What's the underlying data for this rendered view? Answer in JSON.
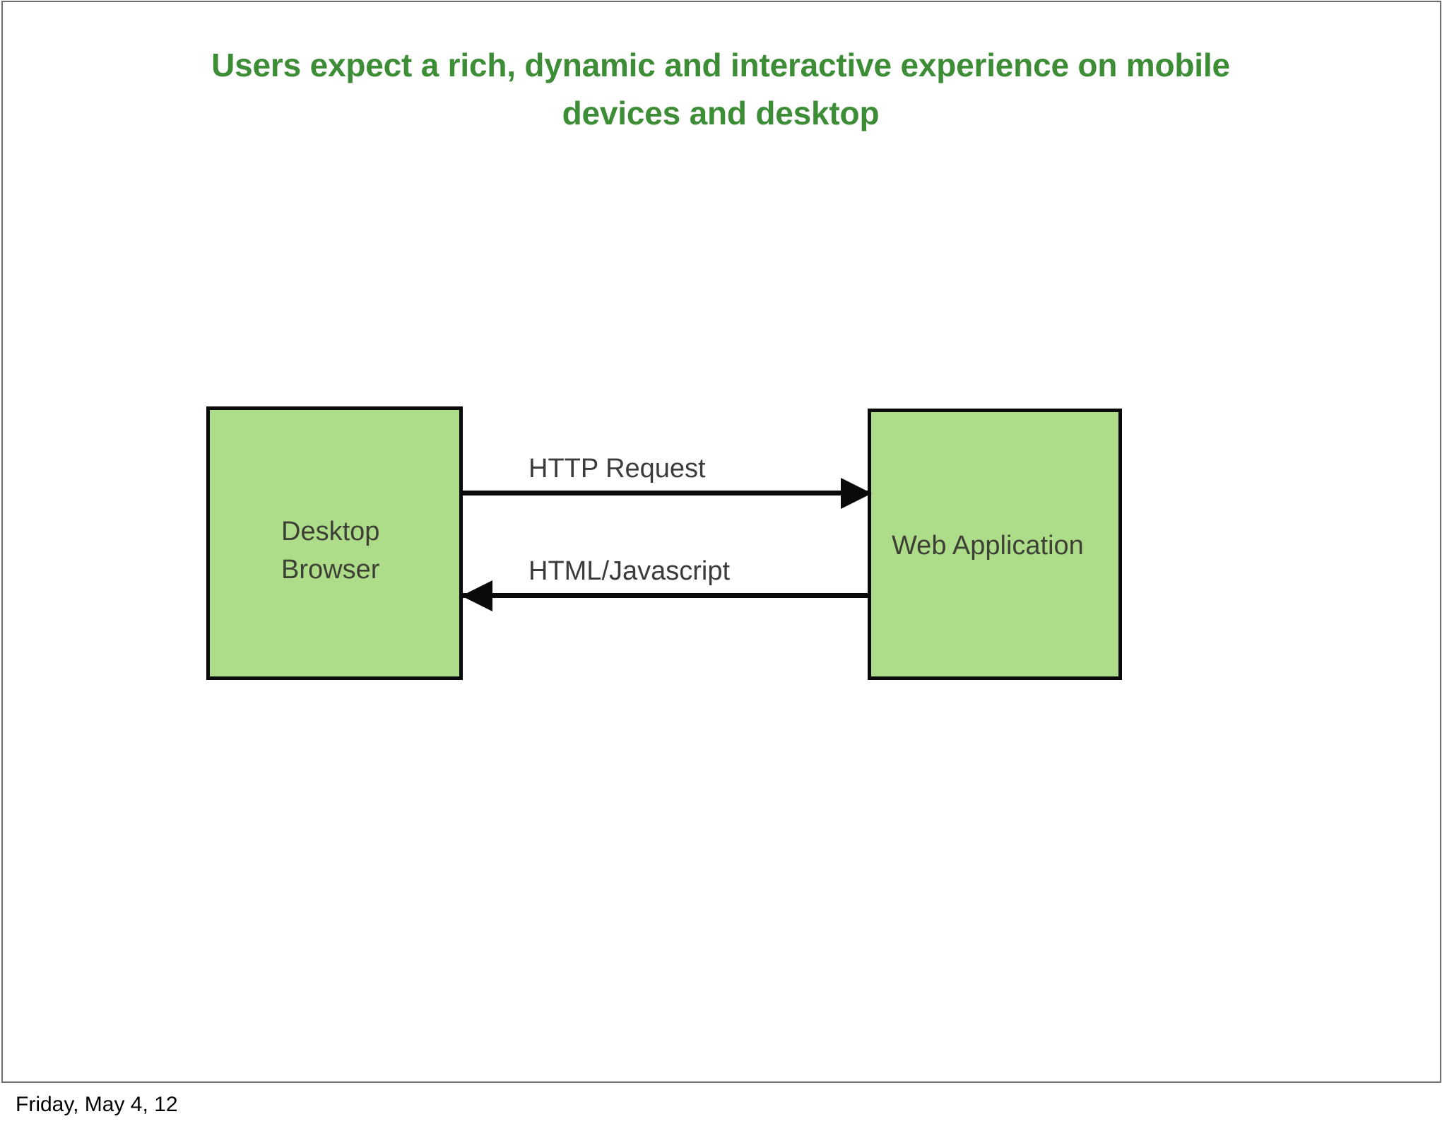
{
  "slide": {
    "title": "Users expect a rich, dynamic and interactive experience on mobile\ndevices and desktop",
    "title_color": "#3d8c36",
    "background_color": "#ffffff",
    "frame_color": "#6f6f6f",
    "footer_date": "Friday, May 4, 12"
  },
  "diagram": {
    "node_fill_color": "#aedd8a",
    "node_border_color": "#0a0a0a",
    "node_text_color": "#3e4036",
    "connector_color": "#0a0a0a",
    "connector_label_color": "#3c3c3c",
    "nodes": [
      {
        "id": "desktop-browser",
        "label": "Desktop\nBrowser"
      },
      {
        "id": "web-application",
        "label": "Web Application"
      }
    ],
    "connectors": [
      {
        "id": "http-request",
        "label": "HTTP Request",
        "from": "desktop-browser",
        "to": "web-application",
        "direction": "right"
      },
      {
        "id": "html-javascript",
        "label": "HTML/Javascript",
        "from": "web-application",
        "to": "desktop-browser",
        "direction": "left"
      }
    ]
  }
}
